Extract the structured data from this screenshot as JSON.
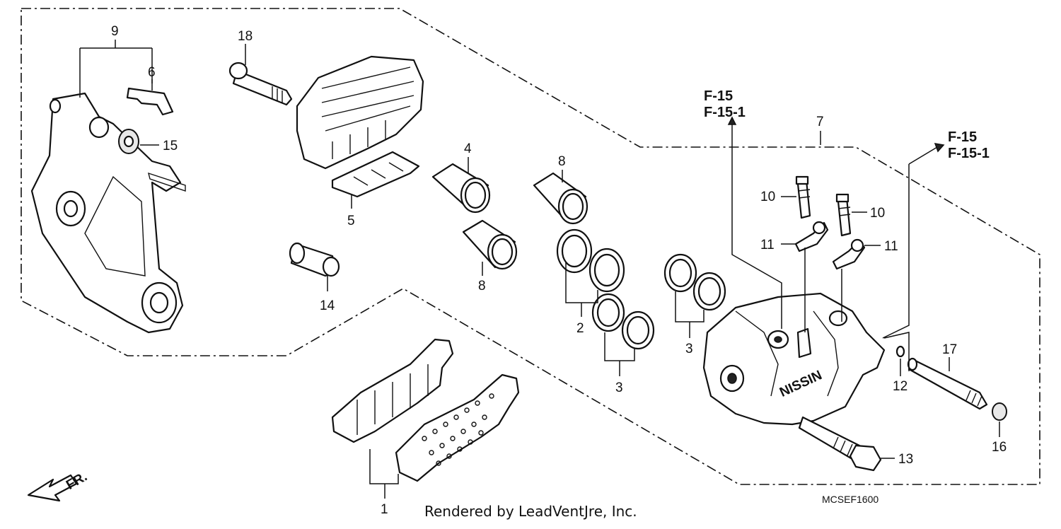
{
  "callouts": {
    "c1": "1",
    "c2": "2",
    "c3a": "3",
    "c3b": "3",
    "c4": "4",
    "c5": "5",
    "c6": "6",
    "c7": "7",
    "c8a": "8",
    "c8b": "8",
    "c9": "9",
    "c10a": "10",
    "c10b": "10",
    "c11a": "11",
    "c11b": "11",
    "c12": "12",
    "c13": "13",
    "c14": "14",
    "c15": "15",
    "c16": "16",
    "c17": "17",
    "c18": "18"
  },
  "references": {
    "left_f15": "F-15",
    "left_f151": "F-15-1",
    "right_f15": "F-15",
    "right_f151": "F-15-1"
  },
  "front_marker": "FR.",
  "diagram_code": "MCSEF1600",
  "credit": "Rendered by LeadVentJre, Inc."
}
